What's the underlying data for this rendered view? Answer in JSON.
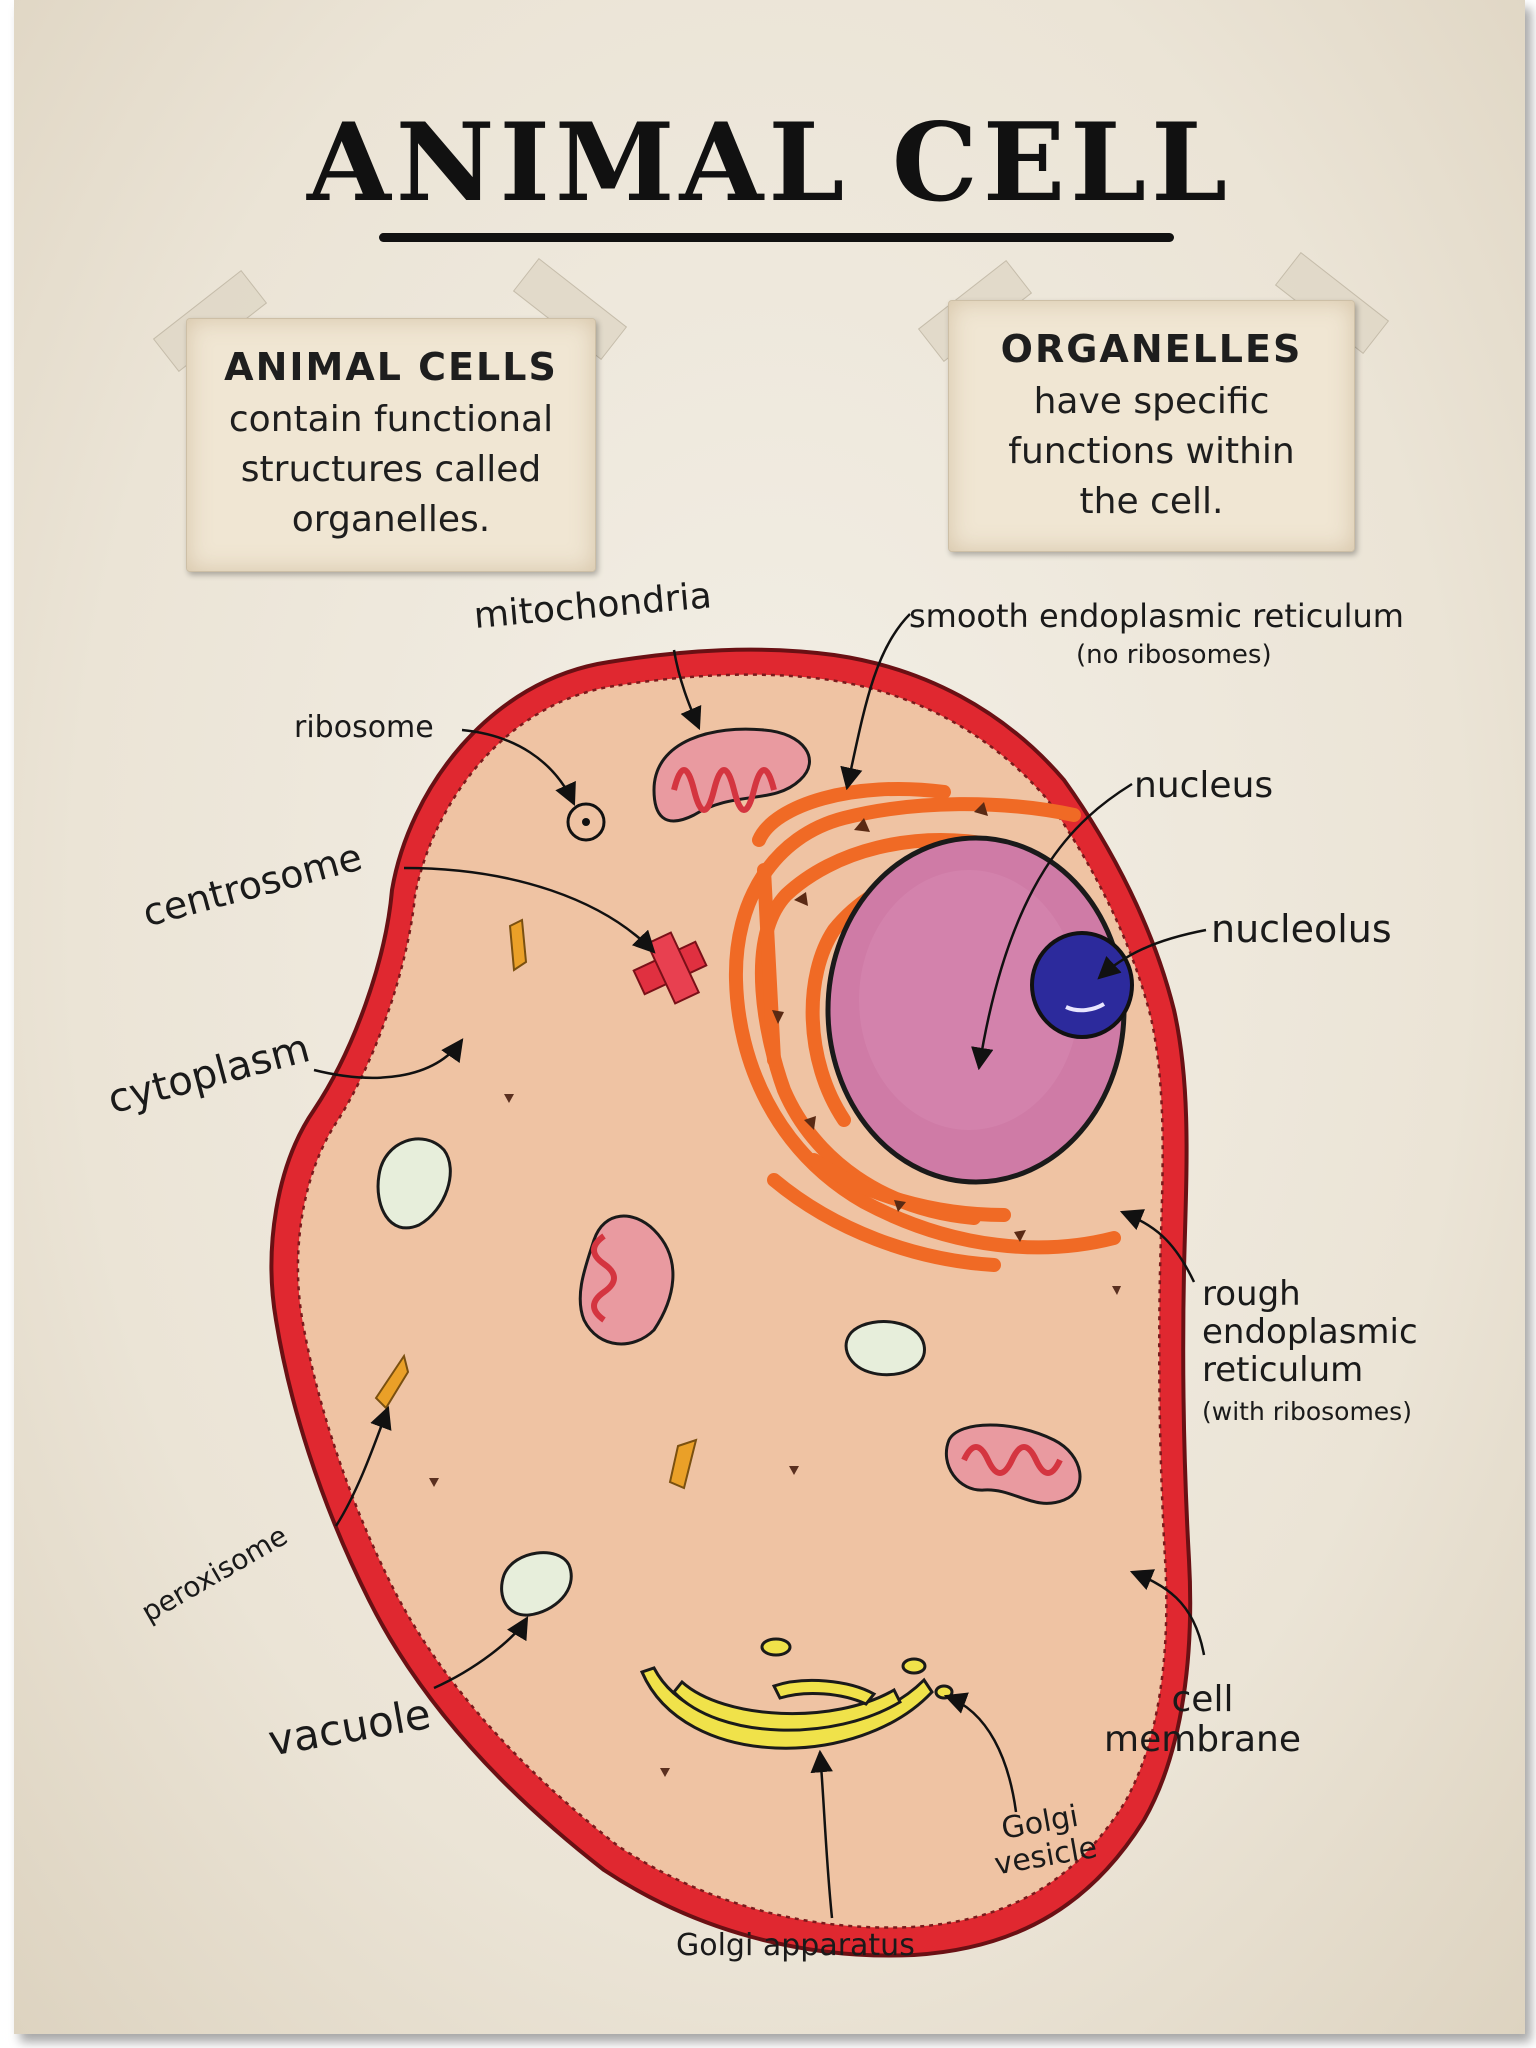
{
  "title": "ANIMAL CELL",
  "notes": {
    "left": {
      "heading": "ANIMAL CELLS",
      "lines": [
        "contain functional",
        "structures called",
        "organelles."
      ]
    },
    "right": {
      "heading": "ORGANELLES",
      "lines": [
        "have specific",
        "functions within",
        "the cell."
      ]
    }
  },
  "labels": {
    "mitochondria": "mitochondria",
    "smooth_er": "smooth endoplasmic reticulum",
    "smooth_er_note": "(no ribosomes)",
    "ribosome": "ribosome",
    "nucleus": "nucleus",
    "centrosome": "centrosome",
    "nucleolus": "nucleolus",
    "cytoplasm": "cytoplasm",
    "rough_er_1": "rough",
    "rough_er_2": "endoplasmic",
    "rough_er_3": "reticulum",
    "rough_er_note": "(with ribosomes)",
    "peroxisome": "peroxisome",
    "vacuole": "vacuole",
    "cell_membrane_1": "cell",
    "cell_membrane_2": "membrane",
    "golgi_vesicle_1": "Golgi",
    "golgi_vesicle_2": "vesicle",
    "golgi_apparatus": "Golgi apparatus"
  },
  "colors": {
    "membrane": "#e02830",
    "cytoplasm": "#efc3a3",
    "nucleus": "#cf7ba6",
    "nucleolus": "#2c2a9c",
    "endoplasmic_reticulum": "#f06a25",
    "golgi": "#f0e24a",
    "mitochondria_outer": "#e99aa0",
    "mitochondria_inner": "#d43540",
    "vacuole": "#e7eedb",
    "peroxisome": "#eaa028",
    "centrosome": "#e03040"
  }
}
